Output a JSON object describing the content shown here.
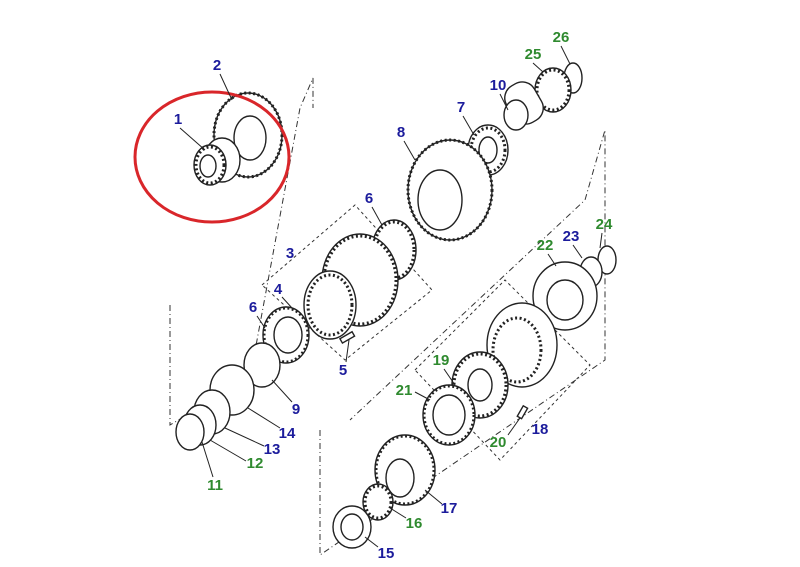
{
  "diagram": {
    "highlight_color": "#d9262a",
    "label_colors": {
      "blue": "#1c1c9c",
      "green": "#2f8a2f"
    },
    "labels": [
      {
        "number": "1",
        "color": "blue"
      },
      {
        "number": "2",
        "color": "blue"
      },
      {
        "number": "3",
        "color": "blue"
      },
      {
        "number": "4",
        "color": "blue"
      },
      {
        "number": "5",
        "color": "blue"
      },
      {
        "number": "6",
        "color": "blue"
      },
      {
        "number": "6",
        "color": "blue"
      },
      {
        "number": "7",
        "color": "blue"
      },
      {
        "number": "8",
        "color": "blue"
      },
      {
        "number": "9",
        "color": "blue"
      },
      {
        "number": "10",
        "color": "blue"
      },
      {
        "number": "11",
        "color": "green"
      },
      {
        "number": "12",
        "color": "green"
      },
      {
        "number": "13",
        "color": "blue"
      },
      {
        "number": "14",
        "color": "blue"
      },
      {
        "number": "15",
        "color": "blue"
      },
      {
        "number": "16",
        "color": "green"
      },
      {
        "number": "17",
        "color": "blue"
      },
      {
        "number": "18",
        "color": "blue"
      },
      {
        "number": "19",
        "color": "green"
      },
      {
        "number": "20",
        "color": "green"
      },
      {
        "number": "21",
        "color": "green"
      },
      {
        "number": "22",
        "color": "green"
      },
      {
        "number": "23",
        "color": "blue"
      },
      {
        "number": "24",
        "color": "green"
      },
      {
        "number": "25",
        "color": "green"
      },
      {
        "number": "26",
        "color": "green"
      }
    ]
  }
}
